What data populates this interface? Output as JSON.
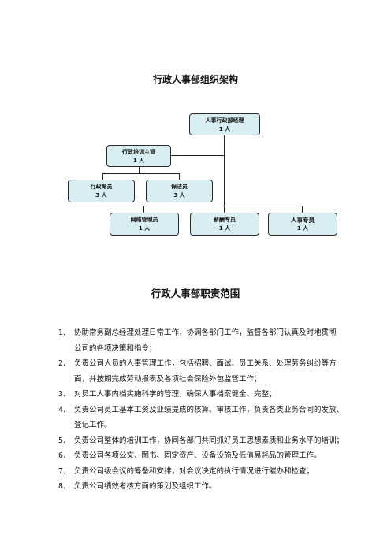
{
  "org_chart": {
    "title": "行政人事部组织架构",
    "manager": {
      "title": "人事行政部经理",
      "count": "1 人"
    },
    "training_supervisor": {
      "title": "行政培训主管",
      "count": "1 人"
    },
    "admin_specialist": {
      "title": "行政专员",
      "count": "3 人"
    },
    "cleaner": {
      "title": "保洁员",
      "count": "3 人"
    },
    "network_admin": {
      "title": "网络管理员",
      "count": "1 人"
    },
    "payroll_specialist": {
      "title": "薪酬专员",
      "count": "1 人"
    },
    "hr_specialist": {
      "title": "人事专员",
      "count": "1 人"
    }
  },
  "duties": {
    "title": "行政人事部职责范围",
    "items": [
      {
        "num": "1.",
        "lines": [
          "协助常务副总经理处理日常工作，协调各部门工作，监督各部门认真及时地贯彻",
          "公司的各项决策和指令；"
        ]
      },
      {
        "num": "2.",
        "lines": [
          "负责公司人员的人事管理工作，包括招聘、面试、员工关系、处理劳务纠纷等方",
          "面，并按期完成劳动报表及各项社会保险外包监管工作；"
        ]
      },
      {
        "num": "3.",
        "lines": [
          "对员工人事内档实施科学的管理，确保人事档案健全、完整；"
        ]
      },
      {
        "num": "4.",
        "lines": [
          "负责公司员工基本工资及业绩提成的核算、审核工作，负责各类业务合同的发放、",
          "登记工作。"
        ]
      },
      {
        "num": "5.",
        "lines": [
          "负责公司整体的培训工作，协同各部门共同抓好员工思想素质和业务水平的培训；"
        ]
      },
      {
        "num": "6.",
        "lines": [
          "负责公司各项公文、图书、固定资产、设备设施及低值易耗品的管理工作。"
        ]
      },
      {
        "num": "7.",
        "lines": [
          "负责公司级会议的筹备和安排，对会议决定的执行情况进行催办和检查；"
        ]
      },
      {
        "num": "8.",
        "lines": [
          "负责公司绩效考核方面的策划及组织工作。"
        ]
      }
    ]
  }
}
